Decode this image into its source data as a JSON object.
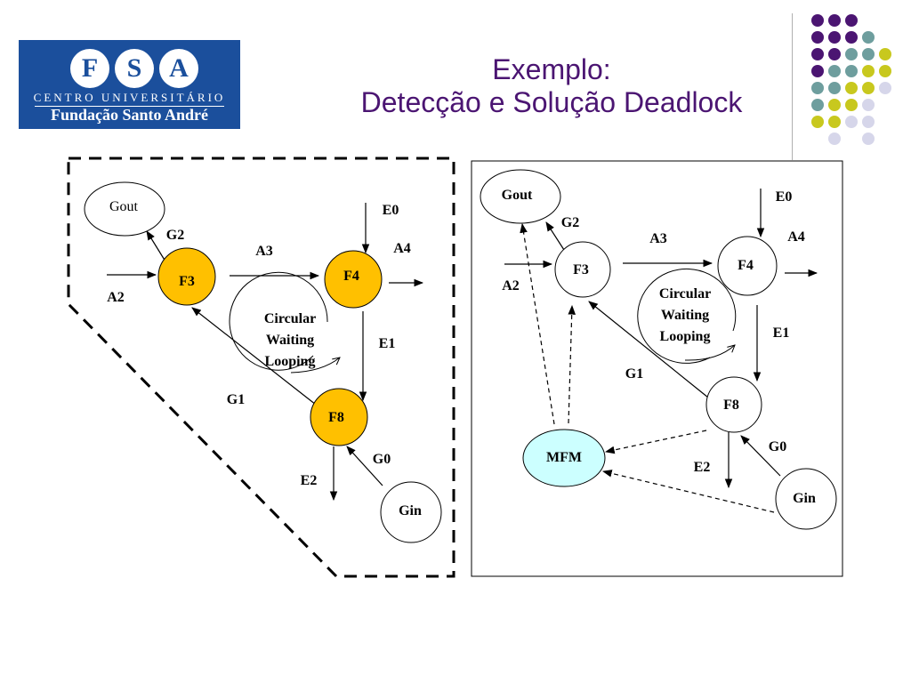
{
  "header": {
    "title_line1": "Exemplo:",
    "title_line2": "Detecção e Solução Deadlock"
  },
  "logo": {
    "letters": [
      "F",
      "S",
      "A"
    ],
    "subtitle": "CENTRO UNIVERSITÁRIO",
    "name": "Fundação Santo André"
  },
  "colors": {
    "title": "#4b1572",
    "logo_bg": "#1b4f9c",
    "node_highlight": "#ffc000",
    "mfm_fill": "#ccffff",
    "dot_purple": "#4b1572",
    "dot_teal": "#6e9e9e",
    "dot_yellow": "#c8c81e",
    "dot_lavender": "#d6d6ea"
  },
  "left_diagram": {
    "nodes": {
      "gout": "Gout",
      "f3": "F3",
      "f4": "F4",
      "f8": "F8",
      "gin": "Gin",
      "loop": [
        "Circular",
        "Waiting",
        "Looping"
      ]
    },
    "edges": {
      "g2": "G2",
      "a2": "A2",
      "a3": "A3",
      "e0": "E0",
      "a4": "A4",
      "e1": "E1",
      "g1": "G1",
      "g0": "G0",
      "e2": "E2"
    }
  },
  "right_diagram": {
    "nodes": {
      "gout": "Gout",
      "f3": "F3",
      "f4": "F4",
      "f8": "F8",
      "gin": "Gin",
      "mfm": "MFM",
      "loop": [
        "Circular",
        "Waiting",
        "Looping"
      ]
    },
    "edges": {
      "g2": "G2",
      "a2": "A2",
      "a3": "A3",
      "e0": "E0",
      "a4": "A4",
      "e1": "E1",
      "g1": "G1",
      "g0": "G0",
      "e2": "E2"
    }
  }
}
